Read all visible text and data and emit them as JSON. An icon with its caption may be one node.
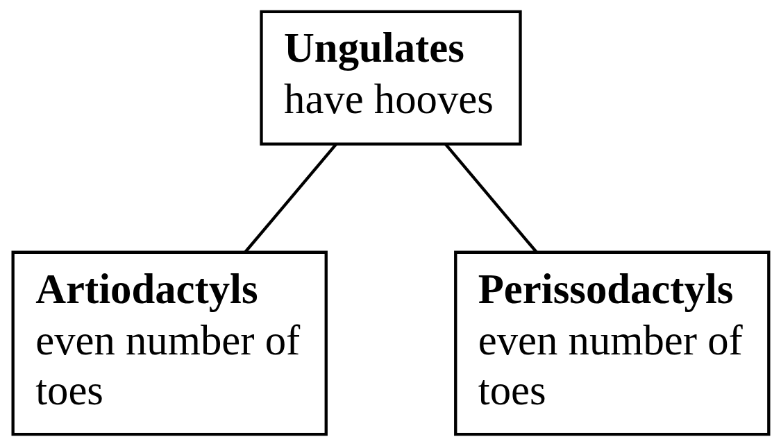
{
  "diagram": {
    "nodes": [
      {
        "text": [
          "Ungulates",
          "have hooves"
        ]
      },
      {
        "text": [
          "Artiodactyls",
          "even number of toes"
        ]
      },
      {
        "text": [
          "Perissodactyls",
          "even number of toes"
        ]
      }
    ],
    "edges": [
      {
        "from": 0,
        "to": 1,
        "arrow": "none"
      },
      {
        "from": 0,
        "to": 2,
        "arrow": "none"
      }
    ]
  }
}
